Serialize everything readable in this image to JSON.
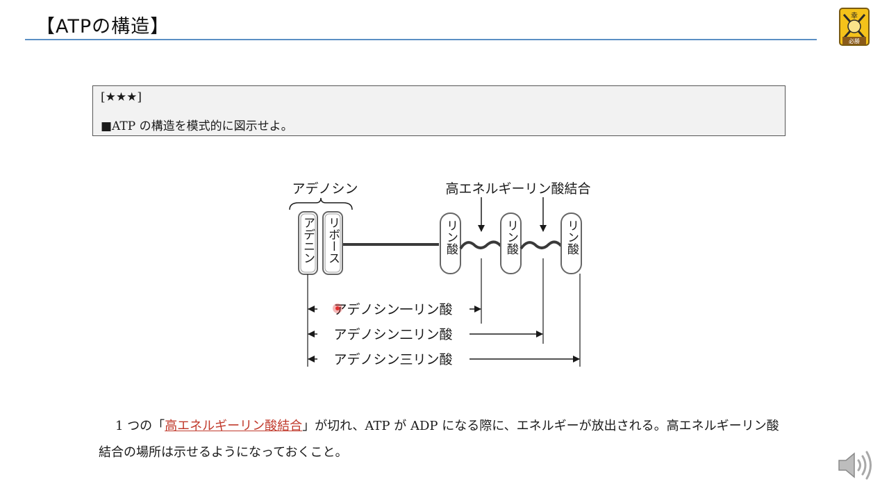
{
  "header": {
    "title": "【ATPの構造】",
    "logo_text_top": "幸",
    "logo_text_bottom": "必勝",
    "logo_icon": "good-luck-badge-icon"
  },
  "question": {
    "stars": "[★★★]",
    "prompt": "■ATP の構造を模式的に図示せよ。"
  },
  "diagram": {
    "adenosine_label": "アデノシン",
    "high_energy_label": "高エネルギーリン酸結合",
    "adenine": "アデニン",
    "ribose": "リボース",
    "phosphate_1": "リン酸",
    "phosphate_2": "リン酸",
    "phosphate_3": "リン酸",
    "amp": "アデノシン一リン酸",
    "adp": "アデノシン二リン酸",
    "atp": "アデノシン三リン酸"
  },
  "explanation": {
    "part1": "1 つの「",
    "highlight": "高エネルギーリン酸結合",
    "part2": "」が切れ、ATP が ADP になる際に、エネルギーが放出される。高エネルギーリン酸結合の場所は示せるようになっておくこと。"
  },
  "colors": {
    "title_rule": "#5b8fc4",
    "box_background": "#f2f2f2",
    "highlight_text": "#c0392b",
    "laser_pointer": "#e03030"
  },
  "icons": {
    "speaker": "speaker-icon"
  }
}
